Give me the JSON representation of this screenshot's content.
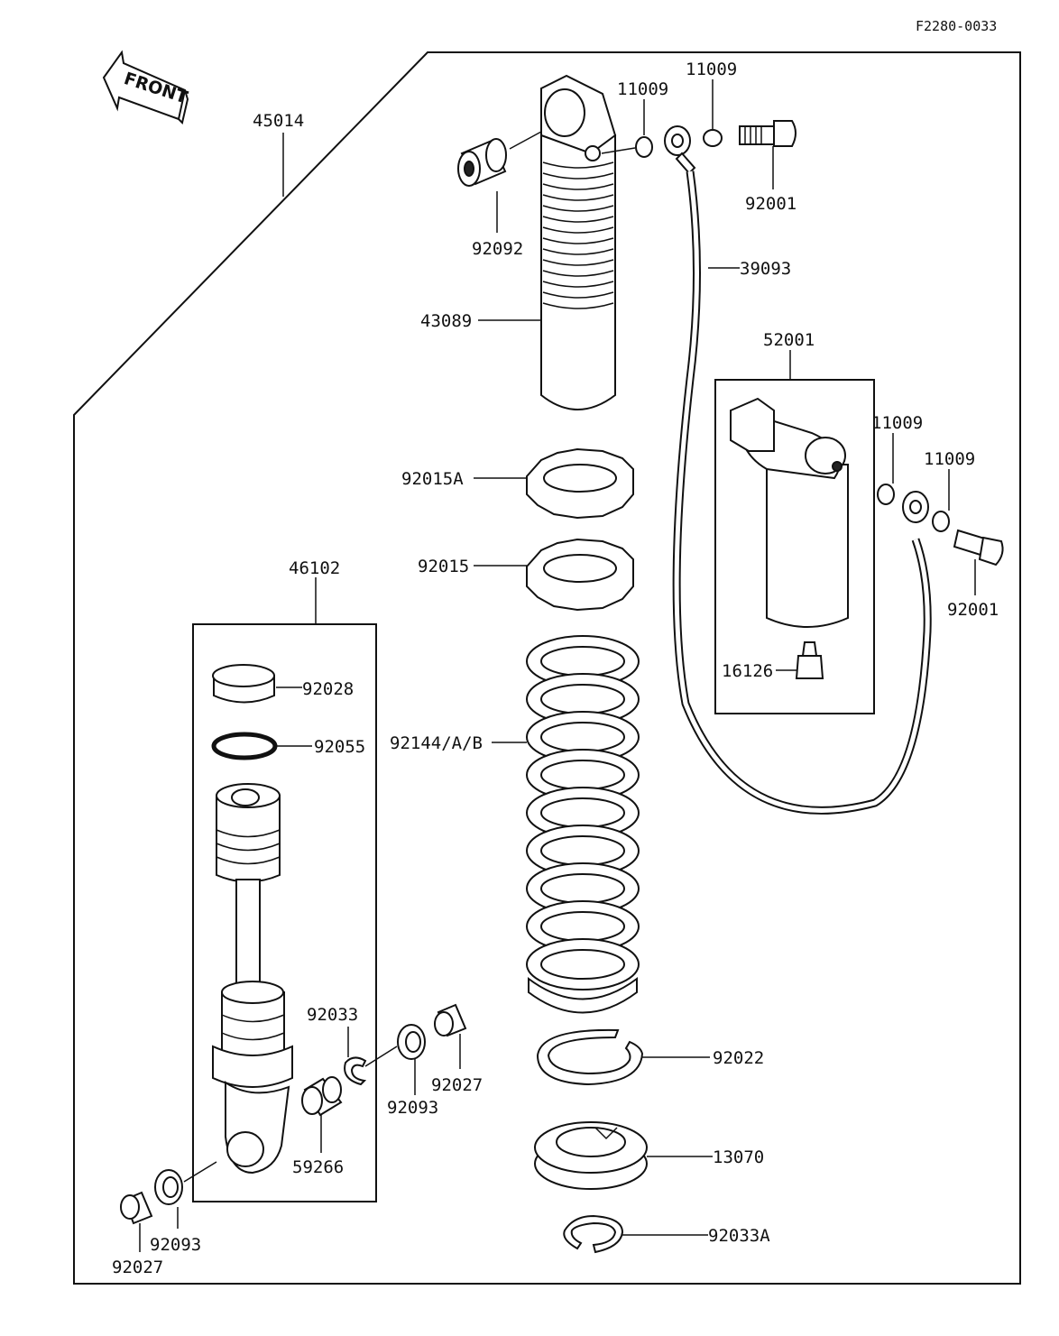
{
  "ref_code": "F2280-0033",
  "front_label": "FRONT",
  "labels": {
    "p45014": "45014",
    "p11009a": "11009",
    "p11009b": "11009",
    "p11009c": "11009",
    "p11009d": "11009",
    "p92001a": "92001",
    "p92001b": "92001",
    "p92092": "92092",
    "p39093": "39093",
    "p43089": "43089",
    "p52001": "52001",
    "p92015A": "92015A",
    "p92015": "92015",
    "p16126": "16126",
    "p46102": "46102",
    "p92028": "92028",
    "p92055": "92055",
    "p92144": "92144/A/B",
    "p92033": "92033",
    "p92027a": "92027",
    "p92093a": "92093",
    "p59266": "59266",
    "p92022": "92022",
    "p13070": "13070",
    "p92093b": "92093",
    "p92027b": "92027",
    "p92033A": "92033A"
  }
}
